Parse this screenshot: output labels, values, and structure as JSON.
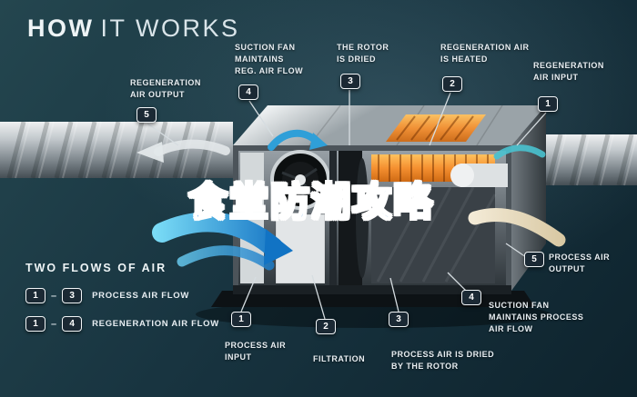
{
  "title": {
    "how": "HOW",
    "it_works": "IT WORKS"
  },
  "overlay": {
    "text": "食堂防潮攻略",
    "color": "#1172d6"
  },
  "callouts": [
    {
      "num": "5",
      "label": "REGENERATION\nAIR OUTPUT"
    },
    {
      "num": "4",
      "label": "SUCTION FAN\nMAINTAINS\nREG. AIR FLOW"
    },
    {
      "num": "3",
      "label": "THE ROTOR\nIS DRIED"
    },
    {
      "num": "2",
      "label": "REGENERATION AIR\nIS HEATED"
    },
    {
      "num": "1",
      "label": "REGENERATION\nAIR INPUT"
    },
    {
      "num": "5",
      "label": "PROCESS AIR\nOUTPUT"
    },
    {
      "num": "4",
      "label": "SUCTION FAN\nMAINTAINS PROCESS\nAIR FLOW"
    },
    {
      "num": "3",
      "label": "PROCESS AIR IS DRIED\nBY THE ROTOR"
    },
    {
      "num": "2",
      "label": "FILTRATION"
    },
    {
      "num": "1",
      "label": "PROCESS AIR\nINPUT"
    }
  ],
  "legend": {
    "title": "TWO FLOWS OF AIR",
    "rows": [
      {
        "from": "1",
        "dash": "–",
        "to": "3",
        "label": "PROCESS AIR FLOW"
      },
      {
        "from": "1",
        "dash": "–",
        "to": "4",
        "label": "REGENERATION AIR FLOW"
      }
    ]
  },
  "colors": {
    "background": "#183440",
    "badge_fill": "#1b2934",
    "badge_border": "#f2f6f8",
    "accent_blue": "#1d8ad2",
    "heater_orange": "#f08a2a",
    "overlay_blue": "#1172d6"
  }
}
